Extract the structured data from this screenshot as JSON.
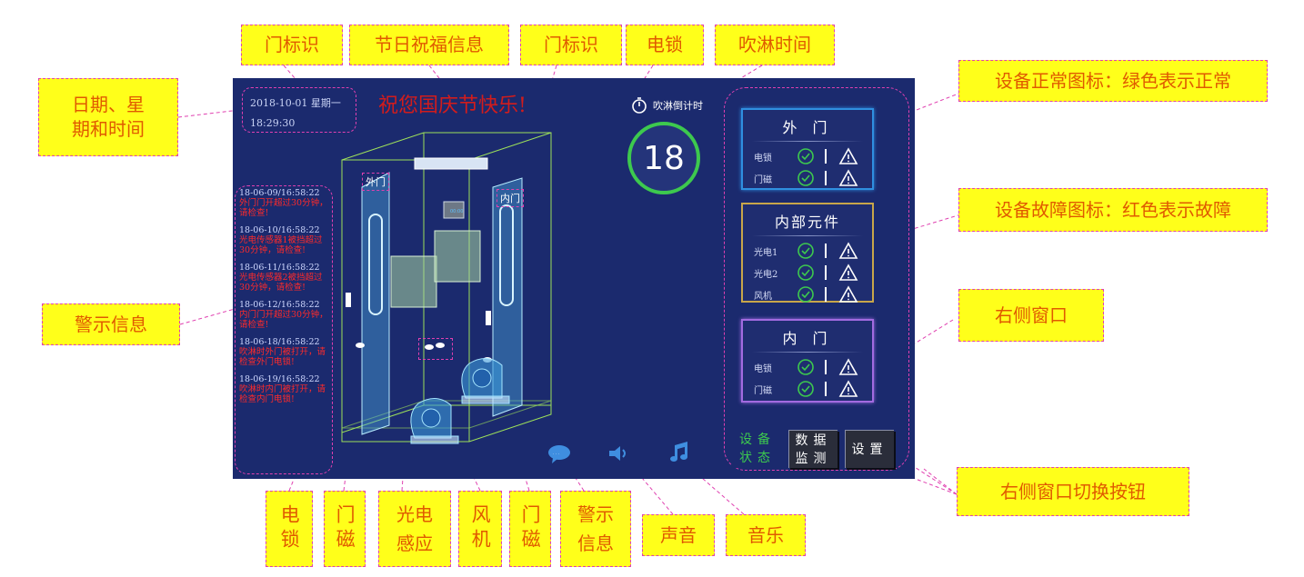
{
  "screen": {
    "date": "2018-10-01 星期一",
    "time": "18:29:30",
    "greeting": "祝您国庆节快乐!",
    "door_tags": {
      "outer": "外门",
      "inner": "内门"
    },
    "device_screen_text": "00:00",
    "messages": [
      {
        "time": "18-06-09/16:58:22",
        "text": "外门门开超过30分钟，请检查!"
      },
      {
        "time": "18-06-10/16:58:22",
        "text": "光电传感器1被挡超过30分钟，请检查!"
      },
      {
        "time": "18-06-11/16:58:22",
        "text": "光电传感器2被挡超过30分钟，请检查!"
      },
      {
        "time": "18-06-12/16:58:22",
        "text": "内门门开超过30分钟，请检查!"
      },
      {
        "time": "18-06-18/16:58:22",
        "text": "吹淋时外门被打开，请检查外门电锁!"
      },
      {
        "time": "18-06-19/16:58:22",
        "text": "吹淋时内门被打开，请检查内门电锁!"
      }
    ],
    "timer": {
      "label": "吹淋倒计时",
      "value": "18"
    },
    "bottom_icons": {
      "alert": "chat-bubble-icon",
      "sound": "speaker-icon",
      "music": "music-note-icon"
    },
    "side_panel": {
      "sections": [
        {
          "title": "外 门",
          "border_color": "#2f8fe0",
          "items": [
            "电锁",
            "门磁"
          ]
        },
        {
          "title": "内部元件",
          "border_color": "#c8a64a",
          "items": [
            "光电1",
            "光电2",
            "风机"
          ]
        },
        {
          "title": "内 门",
          "border_color": "#a26be0",
          "items": [
            "电锁",
            "门磁"
          ]
        }
      ],
      "tabs": {
        "status": "设备状态",
        "data": "数据监测",
        "settings": "设置"
      }
    }
  },
  "callouts": {
    "datetime": "日期、星期和时间",
    "door_tag_left": "门标识",
    "holiday": "节日祝福信息",
    "door_tag_right": "门标识",
    "lock_top": "电锁",
    "shower_time": "吹淋时间",
    "normal_icon": "设备正常图标：绿色表示正常",
    "fault_icon": "设备故障图标：红色表示故障",
    "right_window": "右侧窗口",
    "warning_left": "警示信息",
    "switch_buttons": "右侧窗口切换按钮",
    "lock_bottom": "电锁",
    "magnet_left": "门磁",
    "photo_sensor": "光电感应",
    "fan": "风机",
    "magnet_right": "门磁",
    "warning_bottom": "警示信息",
    "sound": "声音",
    "music": "音乐"
  },
  "colors": {
    "screen_bg": "#1b2a6e",
    "ok_green": "#3dc94e",
    "alert_red": "#ff2a2a",
    "callout_bg": "#ffff1a",
    "callout_text": "#e05a00",
    "leader_pink": "#e040b0"
  }
}
